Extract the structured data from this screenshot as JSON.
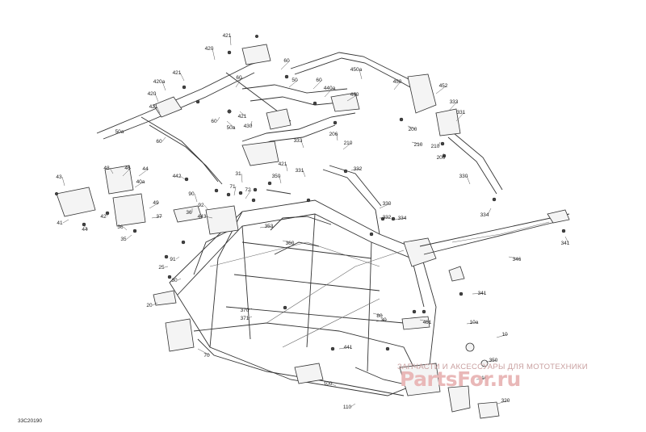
{
  "diagram_code": "33C20190",
  "watermark": {
    "tagline": "ЗАПЧАСТИ И АКСЕССУАРЫ ДЛЯ МОТОТЕХНИКИ",
    "logo": "PartsFor.ru"
  },
  "callouts": [
    "421",
    "420",
    "421",
    "420a",
    "420",
    "421",
    "60",
    "60",
    "50",
    "60",
    "50a",
    "60",
    "421",
    "430",
    "440a",
    "440",
    "50a",
    "60",
    "450a",
    "450",
    "452",
    "333",
    "331",
    "200",
    "210",
    "210",
    "200",
    "206",
    "333",
    "332",
    "210",
    "331",
    "421",
    "332",
    "330",
    "334",
    "330",
    "334",
    "43",
    "48",
    "46",
    "44",
    "40a",
    "42",
    "41",
    "44",
    "49",
    "37",
    "36",
    "35",
    "31",
    "442",
    "90",
    "36",
    "71",
    "72",
    "92",
    "443",
    "350",
    "353",
    "360",
    "91",
    "25",
    "30",
    "341",
    "346",
    "341",
    "20",
    "370",
    "371",
    "80",
    "30",
    "461",
    "10a",
    "10",
    "441",
    "350",
    "310",
    "320",
    "100",
    "110",
    "70"
  ]
}
